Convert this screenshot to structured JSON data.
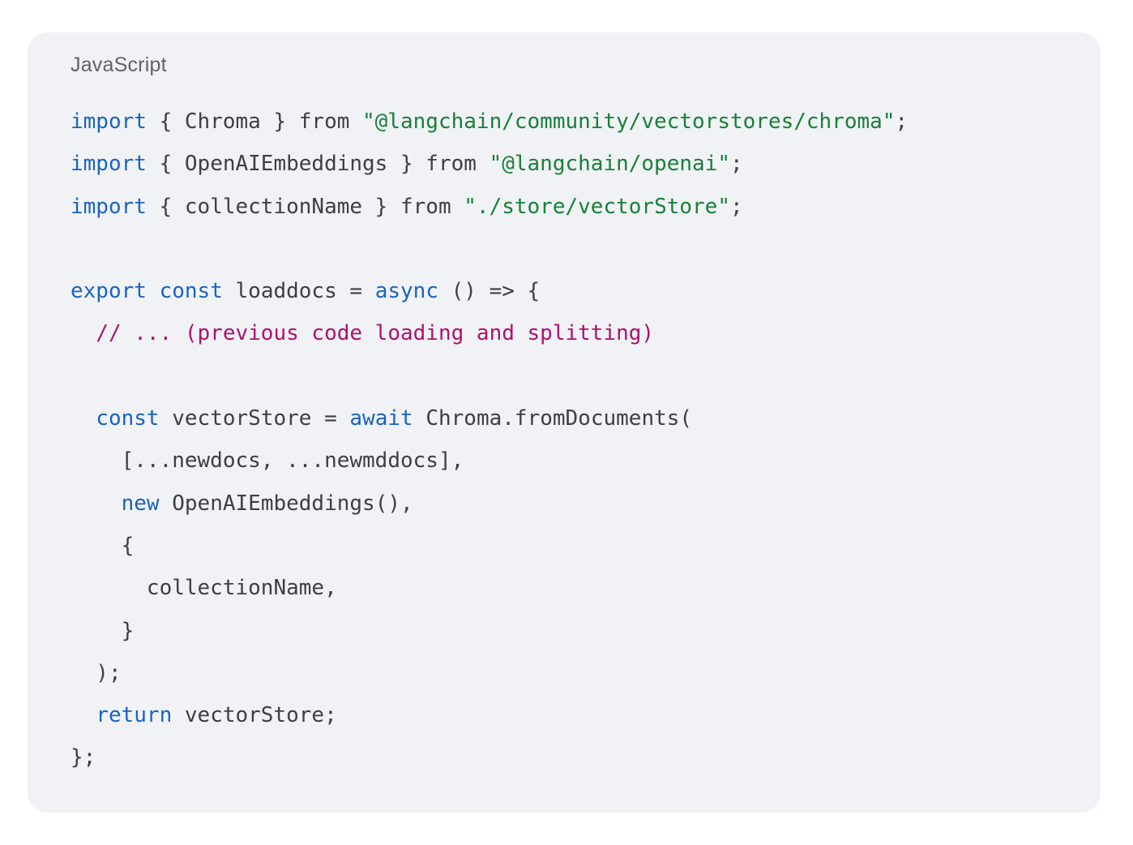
{
  "language_label": "JavaScript",
  "colors": {
    "card_background": "#f0f2f5",
    "keyword": "#1a63c2",
    "string": "#188038",
    "comment": "#b0106f",
    "text": "#3c4043",
    "label": "#5f6368"
  },
  "code_lines": [
    [
      {
        "t": "kw",
        "v": "import"
      },
      {
        "t": "plain",
        "v": " { Chroma } from "
      },
      {
        "t": "str",
        "v": "\"@langchain/community/vectorstores/chroma\""
      },
      {
        "t": "plain",
        "v": ";"
      }
    ],
    [
      {
        "t": "kw",
        "v": "import"
      },
      {
        "t": "plain",
        "v": " { OpenAIEmbeddings } from "
      },
      {
        "t": "str",
        "v": "\"@langchain/openai\""
      },
      {
        "t": "plain",
        "v": ";"
      }
    ],
    [
      {
        "t": "kw",
        "v": "import"
      },
      {
        "t": "plain",
        "v": " { collectionName } from "
      },
      {
        "t": "str",
        "v": "\"./store/vectorStore\""
      },
      {
        "t": "plain",
        "v": ";"
      }
    ],
    [],
    [
      {
        "t": "kw",
        "v": "export"
      },
      {
        "t": "plain",
        "v": " "
      },
      {
        "t": "kw",
        "v": "const"
      },
      {
        "t": "plain",
        "v": " loaddocs = "
      },
      {
        "t": "kw",
        "v": "async"
      },
      {
        "t": "plain",
        "v": " () => {"
      }
    ],
    [
      {
        "t": "plain",
        "v": "  "
      },
      {
        "t": "com",
        "v": "// ... (previous code loading and splitting)"
      }
    ],
    [],
    [
      {
        "t": "plain",
        "v": "  "
      },
      {
        "t": "kw",
        "v": "const"
      },
      {
        "t": "plain",
        "v": " vectorStore = "
      },
      {
        "t": "kw",
        "v": "await"
      },
      {
        "t": "plain",
        "v": " Chroma.fromDocuments("
      }
    ],
    [
      {
        "t": "plain",
        "v": "    [...newdocs, ...newmddocs],"
      }
    ],
    [
      {
        "t": "plain",
        "v": "    "
      },
      {
        "t": "kw",
        "v": "new"
      },
      {
        "t": "plain",
        "v": " OpenAIEmbeddings(),"
      }
    ],
    [
      {
        "t": "plain",
        "v": "    {"
      }
    ],
    [
      {
        "t": "plain",
        "v": "      collectionName,"
      }
    ],
    [
      {
        "t": "plain",
        "v": "    }"
      }
    ],
    [
      {
        "t": "plain",
        "v": "  );"
      }
    ],
    [
      {
        "t": "plain",
        "v": "  "
      },
      {
        "t": "kw",
        "v": "return"
      },
      {
        "t": "plain",
        "v": " vectorStore;"
      }
    ],
    [
      {
        "t": "plain",
        "v": "};"
      }
    ]
  ]
}
